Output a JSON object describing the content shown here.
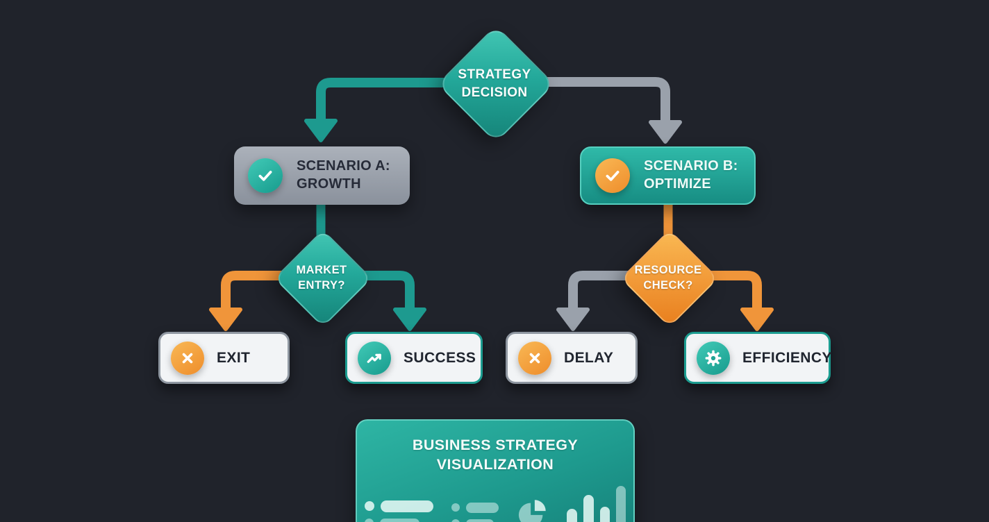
{
  "diagram": {
    "type": "flowchart",
    "background": "#20232b"
  },
  "colors": {
    "teal": "#1f9e92",
    "teal_light": "#3dc3b1",
    "teal_dark": "#17897f",
    "orange": "#f0953a",
    "orange_light": "#f8b04b",
    "orange_dark": "#ec8222",
    "gray": "#9aa1ab",
    "gray_box": "#a0a7b1",
    "card_white": "#f2f4f6",
    "text_dark": "#20252f",
    "text_light": "#ffffff"
  },
  "nodes": {
    "strategy_decision": {
      "label": "STRATEGY DECISION",
      "shape": "diamond",
      "color": "teal"
    },
    "scenario_a": {
      "label": "SCENARIO A: GROWTH",
      "shape": "rounded-rect",
      "color": "gray",
      "icon": "check-icon",
      "icon_color": "teal"
    },
    "scenario_b": {
      "label": "SCENARIO B: OPTIMIZE",
      "shape": "rounded-rect",
      "color": "teal",
      "icon": "check-icon",
      "icon_color": "orange"
    },
    "market_entry": {
      "label": "MARKET ENTRY?",
      "shape": "diamond",
      "color": "teal"
    },
    "resource_check": {
      "label": "RESOURCE CHECK?",
      "shape": "diamond",
      "color": "orange"
    },
    "exit": {
      "label": "EXIT",
      "shape": "card",
      "icon": "x-icon",
      "icon_color": "orange",
      "border_color": "gray"
    },
    "success": {
      "label": "SUCCESS",
      "shape": "card",
      "icon": "trend-up-icon",
      "icon_color": "teal",
      "border_color": "teal"
    },
    "delay": {
      "label": "DELAY",
      "shape": "card",
      "icon": "x-icon",
      "icon_color": "orange",
      "border_color": "gray"
    },
    "efficiency": {
      "label": "EFFICIENCY",
      "shape": "card",
      "icon": "gear-icon",
      "icon_color": "teal",
      "border_color": "teal"
    }
  },
  "edges": [
    {
      "from": "strategy_decision",
      "to": "scenario_a",
      "color": "teal",
      "arrowhead": true
    },
    {
      "from": "strategy_decision",
      "to": "scenario_b",
      "color": "gray",
      "arrowhead": true
    },
    {
      "from": "scenario_a",
      "to": "market_entry",
      "color": "teal",
      "arrowhead": false
    },
    {
      "from": "scenario_b",
      "to": "resource_check",
      "color": "orange",
      "arrowhead": false
    },
    {
      "from": "market_entry",
      "to": "exit",
      "color": "orange",
      "arrowhead": true
    },
    {
      "from": "market_entry",
      "to": "success",
      "color": "teal",
      "arrowhead": true
    },
    {
      "from": "resource_check",
      "to": "delay",
      "color": "gray",
      "arrowhead": true
    },
    {
      "from": "resource_check",
      "to": "efficiency",
      "color": "orange",
      "arrowhead": true
    }
  ],
  "banner": {
    "title": "BUSINESS STRATEGY VISUALIZATION",
    "icons": [
      "list-icon",
      "list-icon",
      "pie-chart-icon",
      "bar-chart-icon"
    ]
  }
}
